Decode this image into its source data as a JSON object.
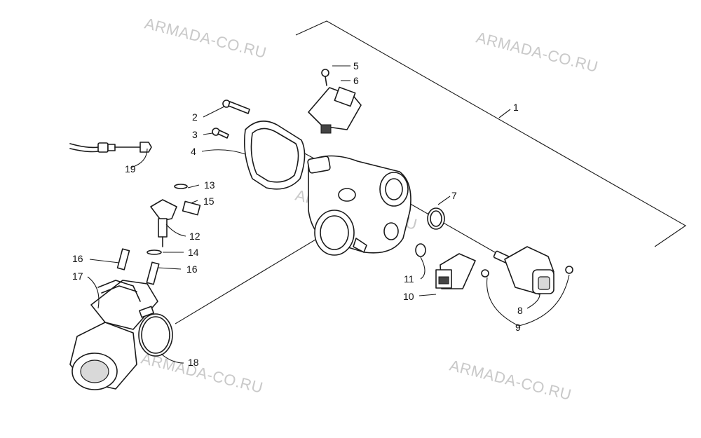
{
  "watermark": "ARMADA-CO.RU",
  "callouts": [
    "1",
    "2",
    "3",
    "4",
    "5",
    "6",
    "7",
    "8",
    "9",
    "10",
    "11",
    "12",
    "13",
    "14",
    "15",
    "16",
    "16",
    "17",
    "18",
    "19"
  ]
}
